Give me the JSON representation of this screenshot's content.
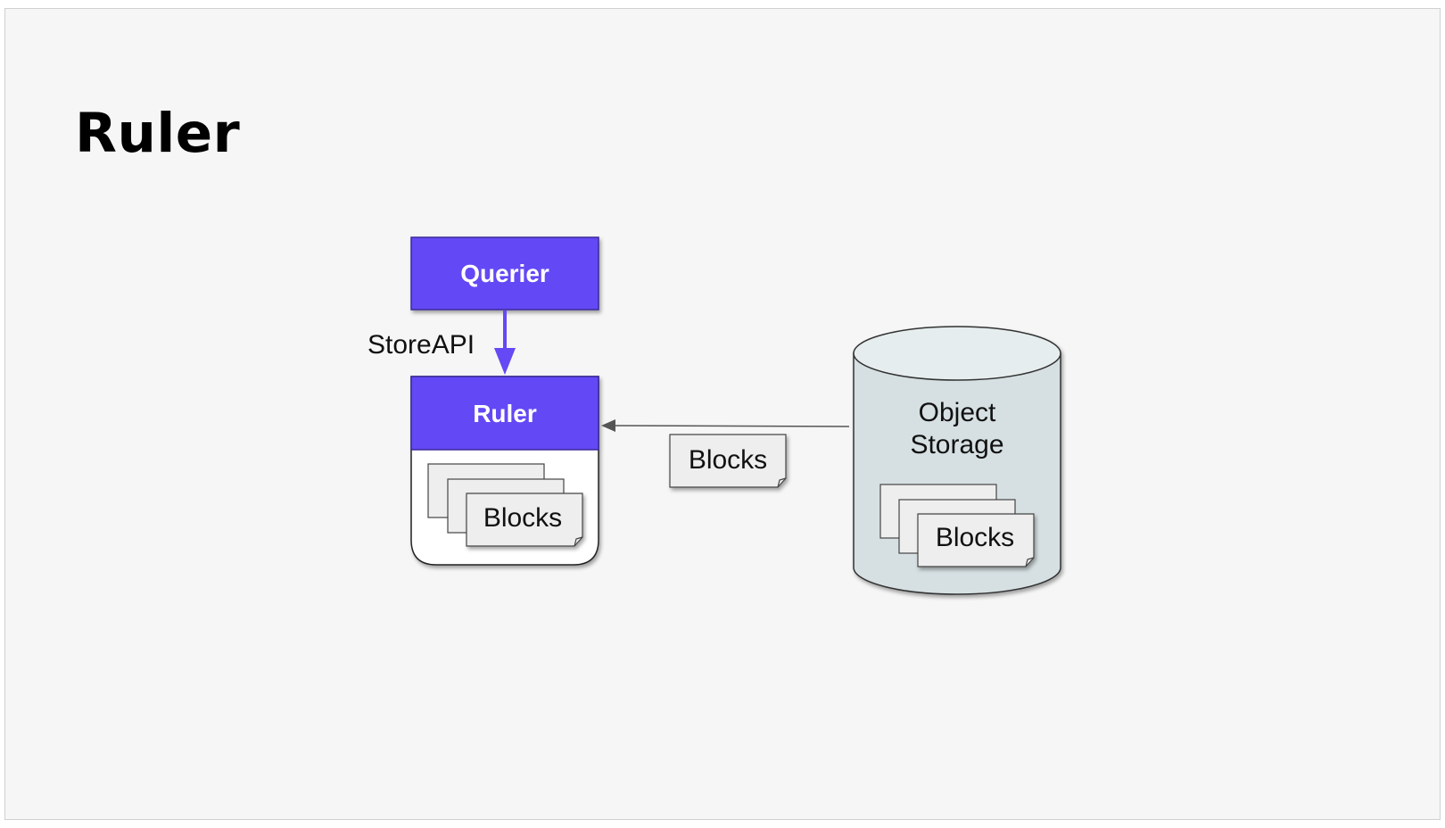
{
  "title": "Ruler",
  "nodes": {
    "querier": {
      "label": "Querier"
    },
    "ruler": {
      "label": "Ruler"
    },
    "object_storage": {
      "label_line1": "Object",
      "label_line2": "Storage"
    }
  },
  "edges": {
    "querier_to_ruler": {
      "label": "StoreAPI"
    },
    "storage_to_ruler": {
      "label": "Blocks"
    }
  },
  "documents": {
    "ruler_stack_label": "Blocks",
    "storage_stack_label": "Blocks"
  },
  "colors": {
    "accent": "#6449f5",
    "storage_fill": "#d6e0e2",
    "storage_top": "#e6edee",
    "doc_fill": "#eeeeee",
    "background": "#f6f6f6"
  }
}
